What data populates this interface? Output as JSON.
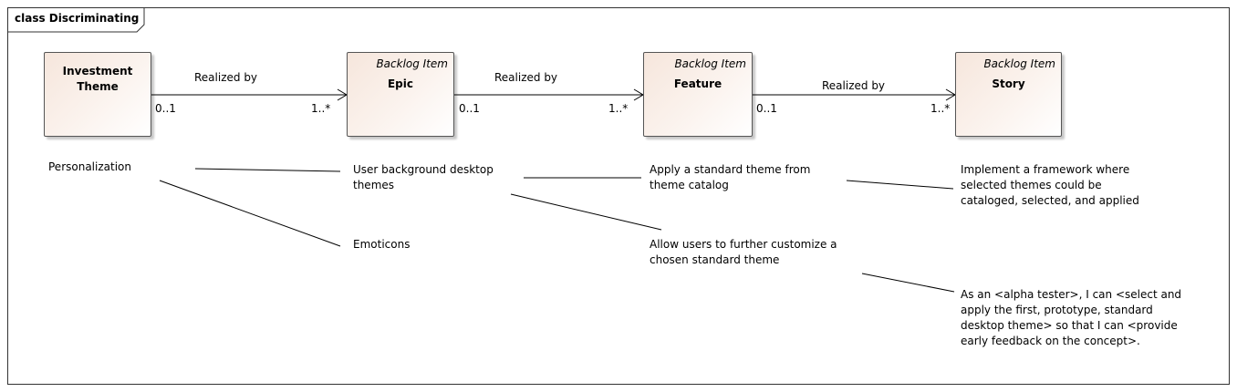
{
  "diagram": {
    "title": "class Discriminating",
    "classes": {
      "investment_theme": {
        "name_line1": "Investment",
        "name_line2": "Theme"
      },
      "epic": {
        "stereotype": "Backlog Item",
        "name": "Epic"
      },
      "feature": {
        "stereotype": "Backlog Item",
        "name": "Feature"
      },
      "story": {
        "stereotype": "Backlog Item",
        "name": "Story"
      }
    },
    "associations": [
      {
        "label": "Realized by",
        "source_mult": "0..1",
        "target_mult": "1..*"
      },
      {
        "label": "Realized by",
        "source_mult": "0..1",
        "target_mult": "1..*"
      },
      {
        "label": "Realized by",
        "source_mult": "0..1",
        "target_mult": "1..*"
      }
    ],
    "examples": {
      "personalization": "Personalization",
      "user_background": "User background desktop themes",
      "emoticons": "Emoticons",
      "apply_standard": "Apply a standard theme from theme catalog",
      "allow_customize": "Allow users to further customize a chosen standard theme",
      "implement_framework": "Implement a framework where selected themes could be cataloged, selected, and applied",
      "alpha_tester": "As an <alpha tester>, I can <select and apply the first, prototype, standard desktop theme> so that I can <provide early feedback on the concept>."
    }
  }
}
